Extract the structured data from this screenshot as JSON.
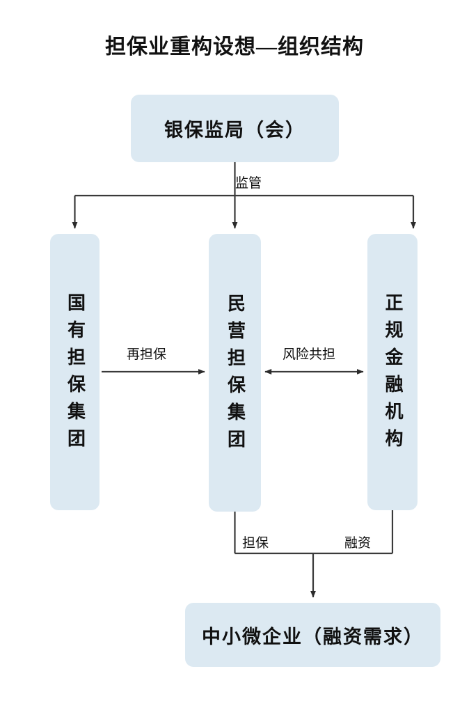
{
  "diagram": {
    "title": "担保业重构设想—组织结构",
    "type": "organizational-flowchart",
    "colors": {
      "node_fill": "#dce9f2",
      "connector": "#3a3a3a",
      "text": "#111111",
      "background": "#ffffff"
    },
    "nodes": [
      {
        "id": "regulator",
        "label": "银保监局（会）",
        "orientation": "horizontal",
        "level": "top"
      },
      {
        "id": "state-guarantee",
        "label": "国有担保集团",
        "orientation": "vertical",
        "level": "middle"
      },
      {
        "id": "private-guarantee",
        "label": "民营担保集团",
        "orientation": "vertical",
        "level": "middle"
      },
      {
        "id": "financial-institution",
        "label": "正规金融机构",
        "orientation": "vertical",
        "level": "middle"
      },
      {
        "id": "sme",
        "label": "中小微企业（融资需求）",
        "orientation": "horizontal",
        "level": "bottom"
      }
    ],
    "edges": [
      {
        "id": "supervise",
        "label": "监管",
        "from": "regulator",
        "to": [
          "state-guarantee",
          "private-guarantee",
          "financial-institution"
        ],
        "arrow": "single",
        "direction": "down"
      },
      {
        "id": "re-guarantee",
        "label": "再担保",
        "from": "state-guarantee",
        "to": "private-guarantee",
        "arrow": "single",
        "direction": "right"
      },
      {
        "id": "risk-sharing",
        "label": "风险共担",
        "from": "private-guarantee",
        "to": "financial-institution",
        "arrow": "double",
        "direction": "both"
      },
      {
        "id": "guarantee",
        "label": "担保",
        "from": "private-guarantee",
        "to": "sme",
        "arrow": "single",
        "direction": "down"
      },
      {
        "id": "financing",
        "label": "融资",
        "from": "financial-institution",
        "to": "sme",
        "arrow": "single",
        "direction": "down"
      }
    ]
  }
}
